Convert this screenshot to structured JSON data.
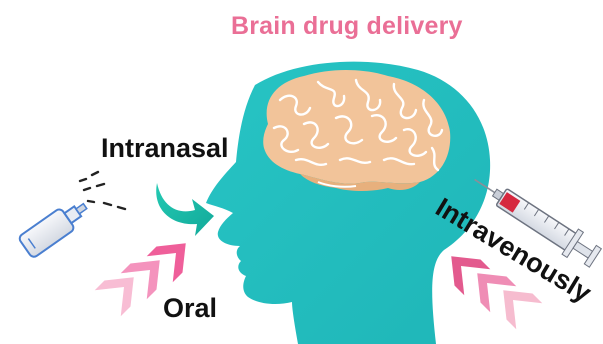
{
  "title": "Brain drug delivery",
  "routes": {
    "intranasal": "Intranasal",
    "oral": "Oral",
    "intravenous": "Intravenously"
  },
  "colors": {
    "title": "#ea6f96",
    "head": "#22bdbd",
    "brain": "#f2c49a",
    "brain_folds": "#ffffff",
    "nasal_arrow": "#1abfa9",
    "oral_chevrons": [
      "#ef5f9a",
      "#f493bd",
      "#f8bdd4"
    ],
    "iv_chevrons": [
      "#e35a8e",
      "#ef8db5",
      "#f6bccf"
    ],
    "label_text": "#111111"
  },
  "icons": [
    "nasal-spray-icon",
    "syringe-icon",
    "brain-icon",
    "curved-arrow-icon",
    "chevron-icon"
  ]
}
